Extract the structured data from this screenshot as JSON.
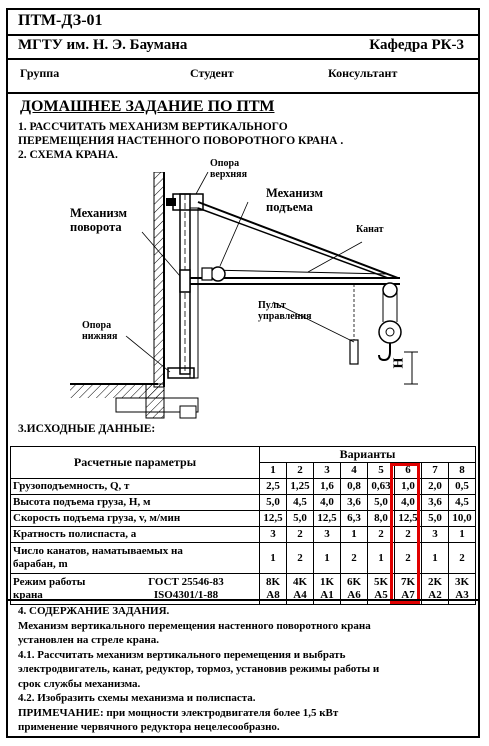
{
  "header": {
    "code": "ПТМ-ДЗ-01",
    "university": "МГТУ им. Н. Э. Баумана",
    "department": "Кафедра РК-3",
    "group_label": "Группа",
    "student_label": "Студент",
    "consultant_label": "Консультант"
  },
  "title": "ДОМАШНЕЕ ЗАДАНИЕ ПО ПТМ",
  "task": {
    "line1": "1. РАССЧИТАТЬ МЕХАНИЗМ ВЕРТИКАЛЬНОГО",
    "line2": "ПЕРЕМЕЩЕНИЯ НАСТЕННОГО  ПОВОРОТНОГО КРАНА .",
    "line3": "2. СХЕМА КРАНА."
  },
  "diagram": {
    "support_top_1": "Опора",
    "support_top_2": "верхняя",
    "lift_mech_1": "Механизм",
    "lift_mech_2": "подъема",
    "rotate_mech_1": "Механизм",
    "rotate_mech_2": "поворота",
    "rope": "Канат",
    "pendant_1": "Пульт",
    "pendant_2": "управления",
    "support_bottom_1": "Опора",
    "support_bottom_2": "нижняя",
    "height_label": "H"
  },
  "initial_data_heading": "3.ИСХОДНЫЕ ДАННЫЕ:",
  "table": {
    "param_header": "Расчетные параметры",
    "variants_header": "Варианты",
    "variant_numbers": [
      "1",
      "2",
      "3",
      "4",
      "5",
      "6",
      "7",
      "8"
    ],
    "rows": [
      {
        "label": "Грузоподъемность, Q, т",
        "values": [
          "2,5",
          "1,25",
          "1,6",
          "0,8",
          "0,63",
          "1,0",
          "2,0",
          "0,5"
        ]
      },
      {
        "label": "Высота подъема груза, H, м",
        "values": [
          "5,0",
          "4,5",
          "4,0",
          "3,6",
          "5,0",
          "4,0",
          "3,6",
          "4,5"
        ]
      },
      {
        "label": "Скорость подъема груза, v, м/мин",
        "values": [
          "12,5",
          "5,0",
          "12,5",
          "6,3",
          "8,0",
          "12,5",
          "5,0",
          "10,0"
        ]
      },
      {
        "label": "Кратность полиспаста, a",
        "values": [
          "3",
          "2",
          "3",
          "1",
          "2",
          "2",
          "3",
          "1"
        ]
      }
    ],
    "ropes_label_1": "Число канатов, наматываемых на",
    "ropes_label_2": "барабан, m",
    "ropes_values": [
      "1",
      "2",
      "1",
      "2",
      "1",
      "2",
      "1",
      "2"
    ],
    "mode_label_1": "Режим работы",
    "mode_label_2": "крана",
    "gost_label": "ГОСТ 25546-83",
    "iso_label": "ISO4301/1-88",
    "gost_values": [
      "8K",
      "4K",
      "1K",
      "6K",
      "5K",
      "7K",
      "2K",
      "3K"
    ],
    "iso_values": [
      "A8",
      "A4",
      "A1",
      "A6",
      "A5",
      "A7",
      "A2",
      "A3"
    ]
  },
  "content": {
    "heading": "4. СОДЕРЖАНИЕ ЗАДАНИЯ.",
    "line1": " Механизм вертикального перемещения  настенного поворотного крана",
    "line2": "установлен на стреле крана.",
    "line3": "4.1. Рассчитать механизм вертикального перемещения и выбрать",
    "line4": "электродвигатель, канат, редуктор, тормоз, установив режимы работы и",
    "line5": "срок службы механизма.",
    "line6": "4.2. Изобразить схемы механизма и полиспаста.",
    "line7": "ПРИМЕЧАНИЕ:  при мощности электродвигателя более 1,5 кВт",
    "line8": "применение червячного редуктора нецелесообразно."
  },
  "colors": {
    "highlight": "#e00000",
    "ink": "#000000"
  }
}
